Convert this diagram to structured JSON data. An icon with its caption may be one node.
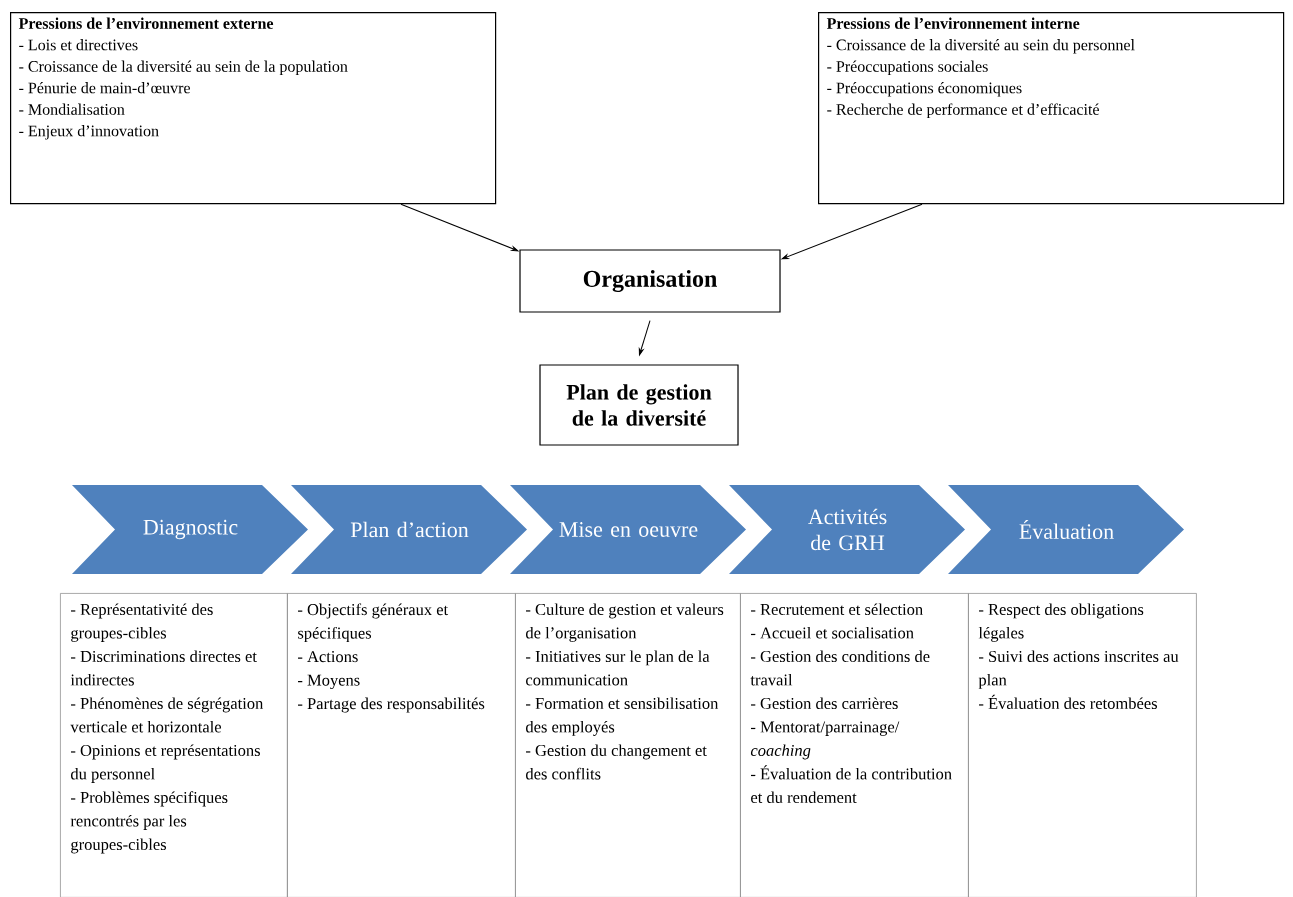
{
  "diagram": {
    "nodes": [
      {
        "text": [
          "Pressions de l’environnement externe",
          "- Lois et directives",
          "- Croissance de la diversité au sein de la population",
          "- Pénurie de main-d’œuvre",
          "- Mondialisation",
          "- Enjeux d’innovation"
        ]
      },
      {
        "text": [
          "Pressions de l’environnement interne",
          "- Croissance de la diversité au sein du personnel",
          "- Préoccupations sociales",
          "- Préoccupations économiques",
          "- Recherche de performance et d’efficacité"
        ]
      },
      {
        "text": [
          "Organisation"
        ]
      },
      {
        "text": [
          "Plan de gestion de la diversité"
        ]
      },
      {
        "text": [
          "Diagnostic"
        ]
      },
      {
        "text": [
          "Plan d’action"
        ]
      },
      {
        "text": [
          "Mise en oeuvre"
        ]
      },
      {
        "text": [
          "Activités de GRH"
        ]
      },
      {
        "text": [
          "Évaluation"
        ]
      },
      {
        "text": [
          "- Représentativité des groupes-cibles",
          "- Discriminations directes et indirectes",
          "- Phénomènes de ségrégation verticale et horizontale",
          "- Opinions et représentations du personnel",
          "- Problèmes spécifiques rencontrés par les groupes-cibles"
        ]
      },
      {
        "text": [
          "- Objectifs généraux et spécifiques",
          "- Actions",
          "- Moyens",
          "- Partage des responsabilités"
        ]
      },
      {
        "text": [
          "- Culture de gestion et valeurs de l’organisation",
          "- Initiatives sur le plan de la communication",
          "- Formation et sensibilisation des employés",
          "- Gestion du changement et des conflits"
        ]
      },
      {
        "text": [
          "- Recrutement et sélection",
          "- Accueil et socialisation",
          "- Gestion des conditions de travail",
          "- Gestion des carrières",
          "- Mentorat/parrainage/ *coaching*",
          "- Évaluation de la contribution et du rendement"
        ]
      },
      {
        "text": [
          "- Respect des obligations légales",
          "- Suivi des actions inscrites au plan",
          "- Évaluation des retombées"
        ]
      }
    ],
    "edges": [
      {
        "from": 0,
        "to": 2,
        "arrow": "to"
      },
      {
        "from": 1,
        "to": 2,
        "arrow": "to"
      },
      {
        "from": 2,
        "to": 3,
        "arrow": "to"
      }
    ]
  }
}
